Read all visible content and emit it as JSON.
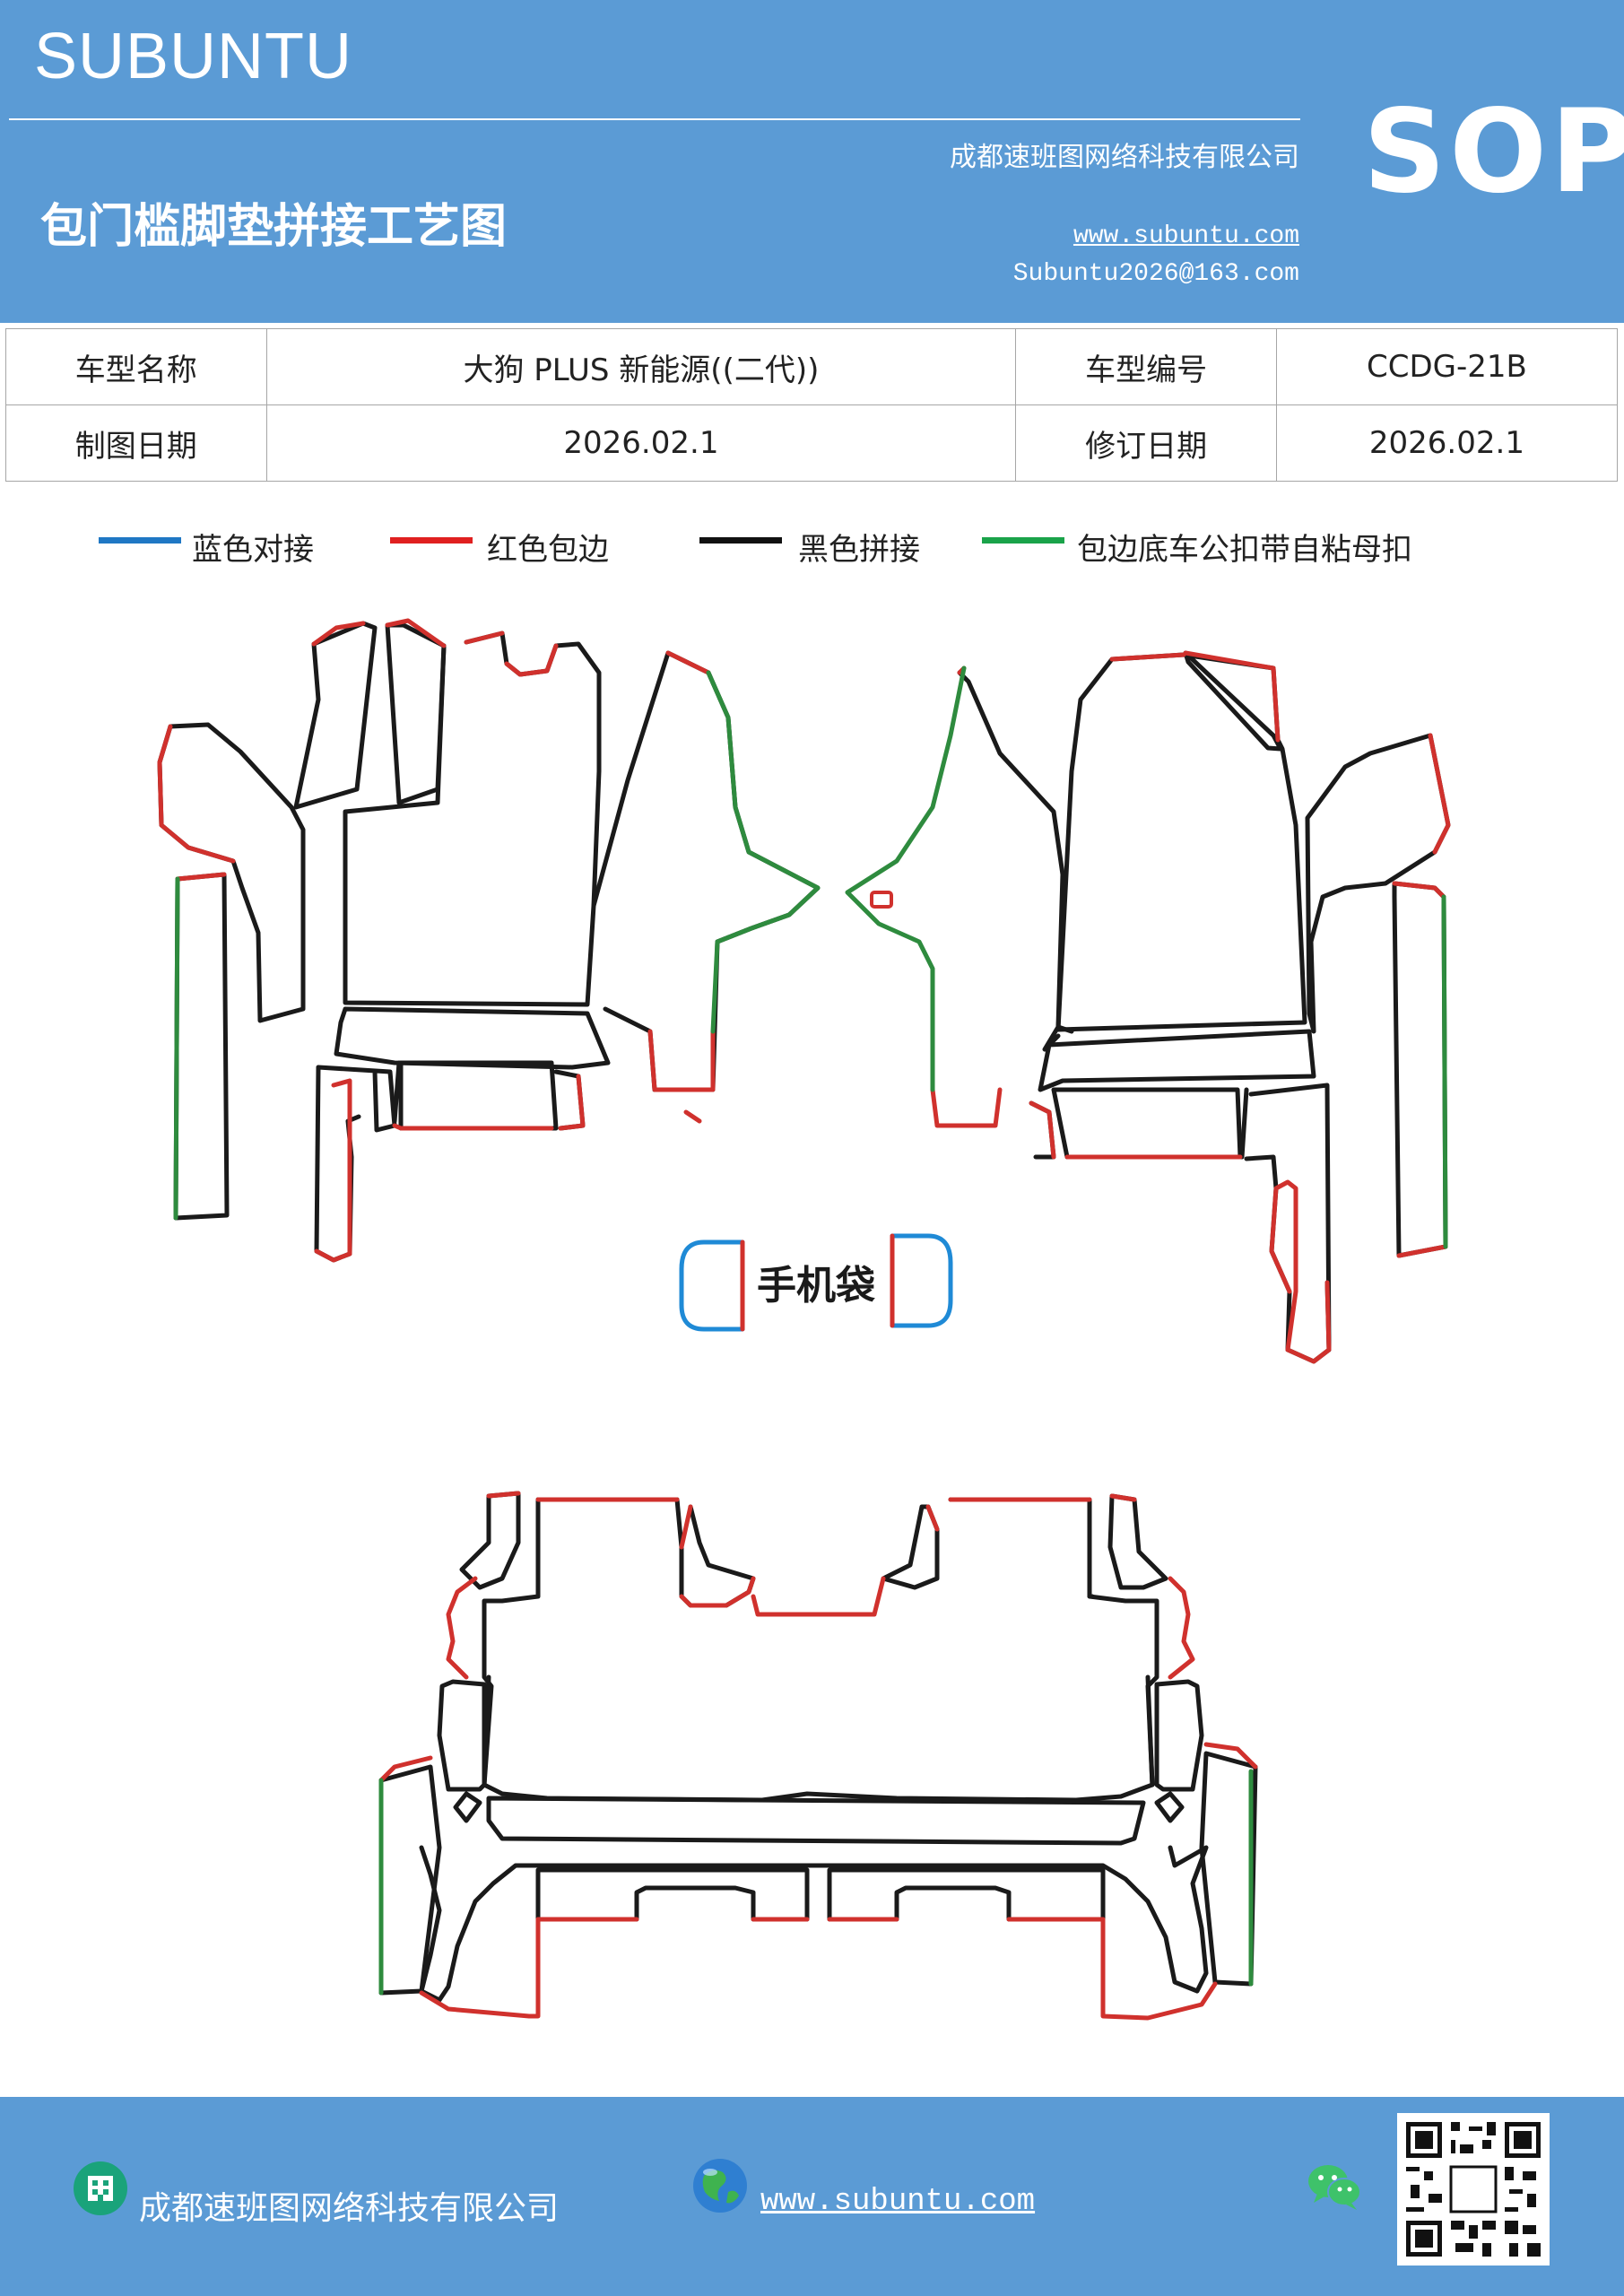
{
  "header": {
    "brand": "SUBUNTU",
    "company": "成都速班图网络科技有限公司",
    "title": "包门槛脚垫拼接工艺图",
    "website": "www.subuntu.com",
    "email": "Subuntu2026@163.com",
    "badge": "SOP"
  },
  "info_table": {
    "rows": [
      [
        "车型名称",
        "大狗 PLUS 新能源((二代))",
        "车型编号",
        "CCDG-21B"
      ],
      [
        "制图日期",
        "2026.02.1",
        "修订日期",
        "2026.02.1"
      ]
    ]
  },
  "legend": [
    {
      "label": "蓝色对接",
      "color": "#1f77c4"
    },
    {
      "label": "红色包边",
      "color": "#e02020"
    },
    {
      "label": "黑色拼接",
      "color": "#111111"
    },
    {
      "label": "包边底车公扣带自粘母扣",
      "color": "#1aa34a"
    }
  ],
  "diagram": {
    "phone_bag_label": "手机袋",
    "colors": {
      "black": "#1a1a1a",
      "red": "#d0312d",
      "green": "#2e8b3e",
      "blue": "#1f8ad6"
    }
  },
  "footer": {
    "company": "成都速班图网络科技有限公司",
    "website": "www.subuntu.com",
    "icons": [
      "building-icon",
      "globe-icon",
      "wechat-icon",
      "qr-code"
    ]
  }
}
